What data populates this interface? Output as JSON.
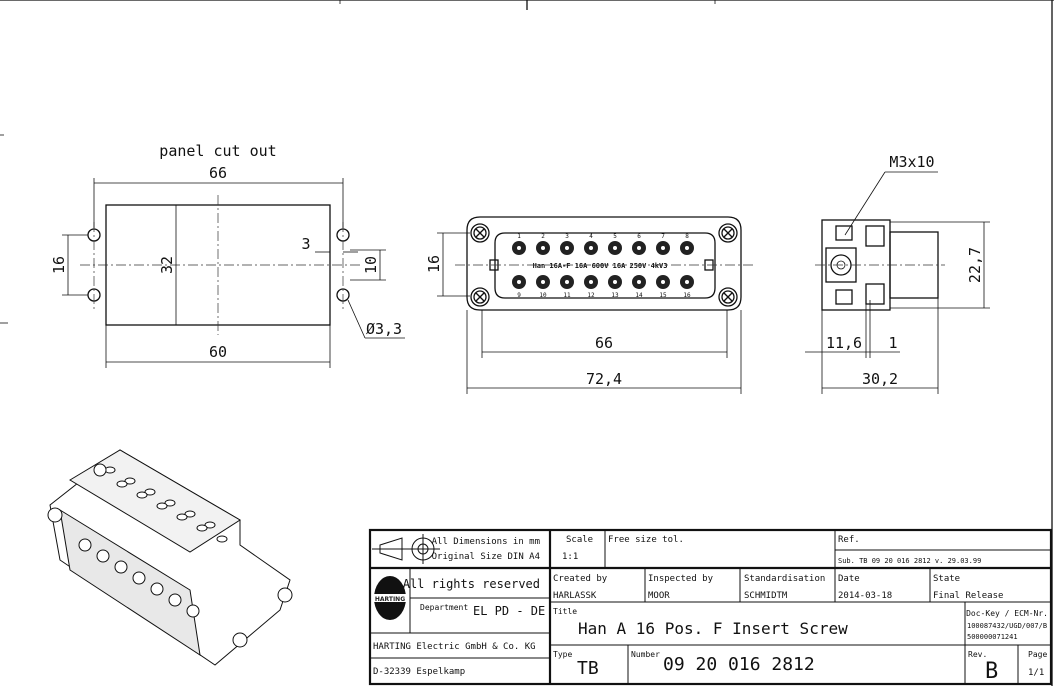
{
  "panel_cutout": {
    "title": "panel cut out",
    "dim_width_holes": "66",
    "dim_height_cut": "32",
    "dim_hole_spacing_v": "16",
    "dim_width_cut": "60",
    "dim_offset": "3",
    "dim_10": "10",
    "dim_hole_dia": "Ø3,3"
  },
  "front_view": {
    "dim_16": "16",
    "dim_66": "66",
    "dim_72_4": "72,4",
    "marking": "Han 16A-F  16A 600V  16A 250V 4kV3",
    "pin_numbers_top": [
      "1",
      "2",
      "3",
      "4",
      "5",
      "6",
      "7",
      "8"
    ],
    "pin_numbers_bottom": [
      "9",
      "10",
      "11",
      "12",
      "13",
      "14",
      "15",
      "16"
    ]
  },
  "side_view": {
    "screw_label": "M3x10",
    "dim_22_7": "22,7",
    "dim_11_6": "11,6",
    "dim_1": "1",
    "dim_30_2": "30,2"
  },
  "title_block": {
    "dimensions_note": "All Dimensions in mm",
    "original_size": "Original Size DIN A4",
    "scale_label": "Scale",
    "scale_value": "1:1",
    "tolerance": "Free size tol.",
    "ref_label": "Ref.",
    "sub": "Sub.  TB 09 20 016 2812  v. 29.03.99",
    "logo_text": "HARTING",
    "rights": "All rights reserved",
    "department_label": "Department",
    "department": "EL PD - DE",
    "company": "HARTING Electric GmbH & Co. KG",
    "address": "D-32339 Espelkamp",
    "created_label": "Created by",
    "created": "HARLASSK",
    "inspected_label": "Inspected by",
    "inspected": "MOOR",
    "standard_label": "Standardisation",
    "standard": "SCHMIDTM",
    "date_label": "Date",
    "date": "2014-03-18",
    "state_label": "State",
    "state": "Final Release",
    "title_label": "Title",
    "title": "Han A 16 Pos. F Insert Screw",
    "dockey_label": "Doc-Key / ECM-Nr.",
    "dockey_1": "100087432/UGD/007/B",
    "dockey_2": "500000071241",
    "type_label": "Type",
    "type": "TB",
    "number_label": "Number",
    "number": "09 20 016 2812",
    "rev_label": "Rev.",
    "rev": "B",
    "page_label": "Page",
    "page": "1/1"
  }
}
